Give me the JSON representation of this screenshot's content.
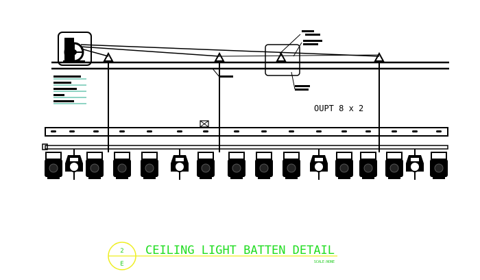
{
  "drawing": {
    "output_label": "OUPT 8 x 2",
    "colors": {
      "line": "#000000",
      "title": "#22dd22",
      "bubble": "#eeee22"
    }
  },
  "title_block": {
    "title": "CEILING LIGHT BATTEN DETAIL",
    "scale": "SCALE:NONE",
    "detail_number": "2",
    "sheet_ref": "E"
  },
  "fixtures": [
    "par",
    "spot",
    "par",
    "par",
    "par",
    "spot",
    "par",
    "par",
    "par",
    "par",
    "spot",
    "par",
    "par",
    "par",
    "spot",
    "par"
  ]
}
